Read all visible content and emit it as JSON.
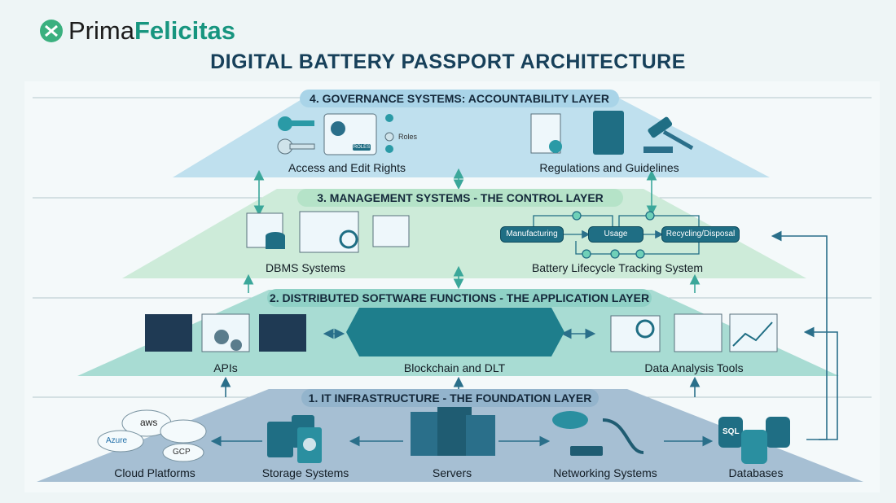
{
  "brand": {
    "name_part1": "Prima",
    "name_part2": "Felicitas"
  },
  "title": "DIGITAL BATTERY PASSPORT ARCHITECTURE",
  "layers": [
    {
      "heading": "4. GOVERNANCE SYSTEMS: ACCOUNTABILITY LAYER",
      "color": "#b9dcea",
      "items": [
        {
          "label": "Access and Edit Rights",
          "icon": "keys-roles-icon",
          "badge": "ROLES",
          "side_label": "Roles"
        },
        {
          "label": "Regulations and Guidelines",
          "icon": "documents-gavel-icon"
        }
      ]
    },
    {
      "heading": "3. MANAGEMENT SYSTEMS - THE CONTROL LAYER",
      "color": "#c8ead6",
      "items": [
        {
          "label": "DBMS Systems",
          "icon": "database-tables-icon"
        },
        {
          "label": "Battery Lifecycle Tracking System",
          "icon": "lifecycle-flow-icon"
        }
      ],
      "lifecycle_nodes": [
        "Manufacturing",
        "Usage",
        "Recycling/Disposal"
      ]
    },
    {
      "heading": "2. DISTRIBUTED SOFTWARE FUNCTIONS - THE APPLICATION LAYER",
      "color": "#a6dcd4",
      "items": [
        {
          "label": "APIs",
          "icon": "code-gears-icon"
        },
        {
          "label": "Blockchain and DLT",
          "icon": "blockchain-cubes-icon"
        },
        {
          "label": "Data Analysis Tools",
          "icon": "charts-icon"
        }
      ]
    },
    {
      "heading": "1. IT INFRASTRUCTURE - THE FOUNDATION LAYER",
      "color": "#a9c3d6",
      "items": [
        {
          "label": "Cloud Platforms",
          "icon": "clouds-icon",
          "clouds": [
            "aws",
            "Azure",
            "GCP"
          ]
        },
        {
          "label": "Storage Systems",
          "icon": "storage-drives-icon"
        },
        {
          "label": "Servers",
          "icon": "server-rack-icon"
        },
        {
          "label": "Networking Systems",
          "icon": "router-cable-icon"
        },
        {
          "label": "Databases",
          "icon": "sql-databases-icon",
          "db_label": "SQL"
        }
      ]
    }
  ]
}
